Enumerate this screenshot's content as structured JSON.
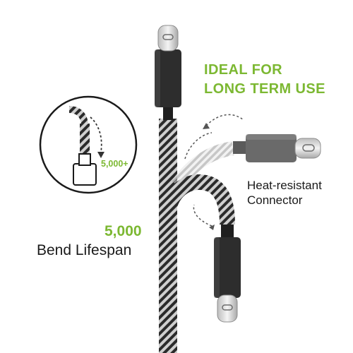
{
  "headline": {
    "line1": "IDEAL FOR",
    "line2": "LONG TERM USE"
  },
  "bend_stat": {
    "value": "5,000",
    "label": "Bend Lifespan",
    "callout": "5,000+"
  },
  "connector_label": {
    "line1": "Heat-resistant",
    "line2": "Connector"
  },
  "colors": {
    "accent": "#7cb832",
    "connector": "#2d2d2d",
    "braid_dark": "#2b2b2b",
    "braid_light": "#bfbfbf"
  },
  "icons": [
    "bend-test-diagram-icon",
    "usb-c-connector-icon",
    "motion-arc-icon"
  ]
}
